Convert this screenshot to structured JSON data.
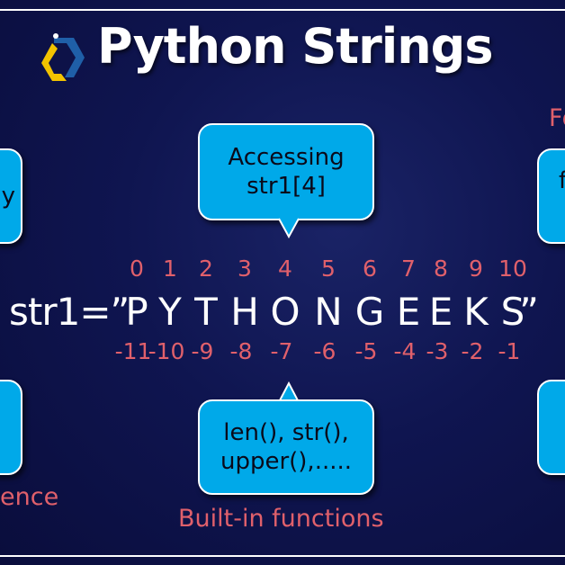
{
  "header": {
    "title": "Python Strings",
    "logo": "python-geeks-logo"
  },
  "string_example": {
    "prefix": "str1=”",
    "suffix": "”",
    "characters": [
      "P",
      "Y",
      "T",
      "H",
      "O",
      "N",
      "G",
      "E",
      "E",
      "K",
      "S"
    ],
    "positive_indices": [
      "0",
      "1",
      "2",
      "3",
      "4",
      "5",
      "6",
      "7",
      "8",
      "9",
      "10"
    ],
    "negative_indices": [
      "-11",
      "-10",
      "-9",
      "-8",
      "-7",
      "-6",
      "-5",
      "-4",
      "-3",
      "-2",
      "-1"
    ]
  },
  "callouts": {
    "top_center": {
      "line1": "Accessing",
      "line2": "str1[4]"
    },
    "bottom_center": {
      "line1": "len(), str(),",
      "line2": "upper(),....."
    },
    "top_left": {
      "text": "y"
    },
    "top_right": {
      "text": "f"
    }
  },
  "labels": {
    "bottom_center": "Built-in functions",
    "bottom_left": "ence",
    "top_right": "Fo"
  },
  "colors": {
    "accent_red": "#e0606b",
    "box_blue": "#00a9e9",
    "background": "#0f1550"
  }
}
